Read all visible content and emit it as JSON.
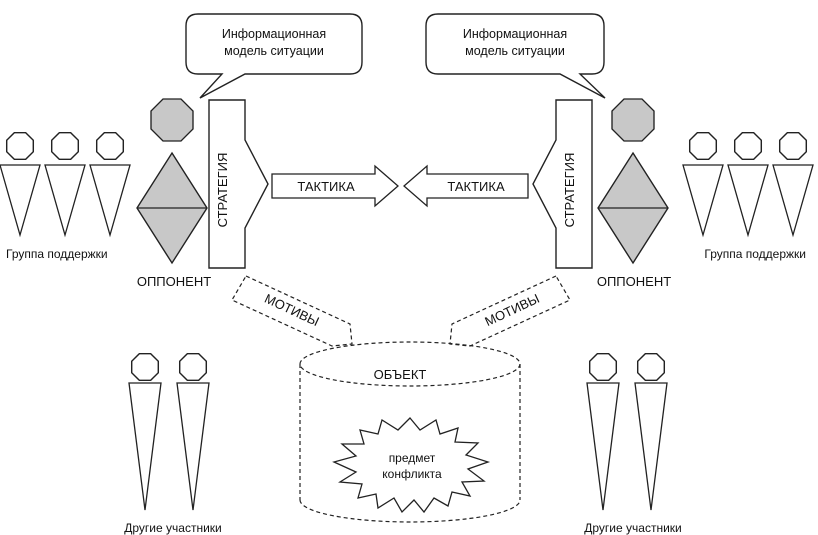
{
  "bubble_left": {
    "line1": "Информационная",
    "line2": "модель ситуации"
  },
  "bubble_right": {
    "line1": "Информационная",
    "line2": "модель ситуации"
  },
  "strategy_left": "СТРАТЕГИЯ",
  "strategy_right": "СТРАТЕГИЯ",
  "tactic_left": "ТАКТИКА",
  "tactic_right": "ТАКТИКА",
  "opponent_left": "ОППОНЕНТ",
  "opponent_right": "ОППОНЕНТ",
  "support_left": "Группа поддержки",
  "support_right": "Группа поддержки",
  "motives_left": "МОТИВЫ",
  "motives_right": "МОТИВЫ",
  "object": "ОБЪЕКТ",
  "subject": {
    "line1": "предмет",
    "line2": "конфликта"
  },
  "others_left": "Другие участники",
  "others_right": "Другие участники",
  "colors": {
    "fill_gray": "#c8c8c8",
    "stroke": "#222222",
    "background": "#ffffff"
  }
}
